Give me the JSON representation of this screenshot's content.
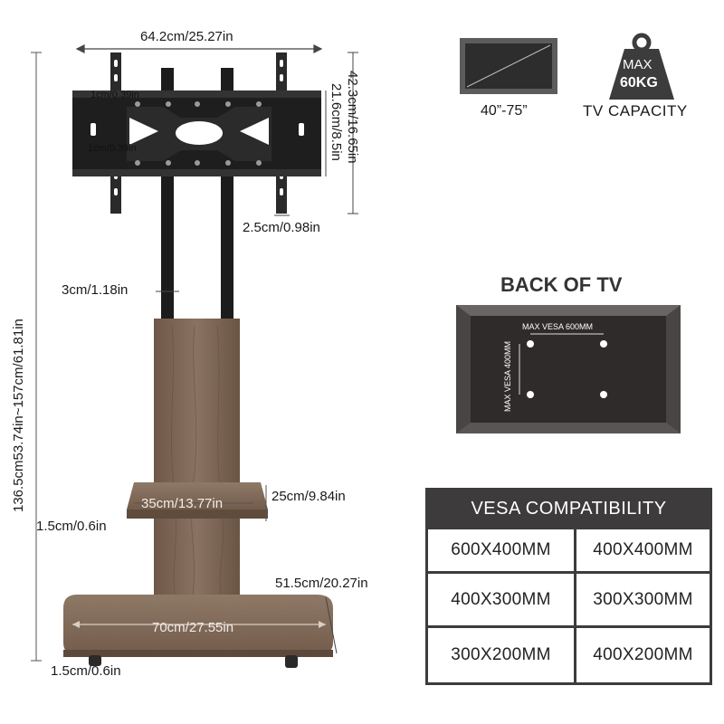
{
  "dimensions": {
    "width_top": "64.2cm/25.27in",
    "height_total": "136.5cm53.74in~157cm/61.81in",
    "bracket_height": "42.3cm/16.65in",
    "bracket_inner": "21.6cm/8.5in",
    "slot_top": "1cm/0.39in",
    "slot_bottom": "1cm/0.39in",
    "bracket_depth": "2.5cm/0.98in",
    "pole_width": "3cm/1.18in",
    "shelf_depth": "25cm/9.84in",
    "shelf_width": "35cm/13.77in",
    "shelf_thickness": "1.5cm/0.6in",
    "base_depth": "51.5cm/20.27in",
    "base_width": "70cm/27.55in",
    "base_thickness": "1.5cm/0.6in"
  },
  "tv_size": {
    "label": "40”-75”"
  },
  "capacity": {
    "weight_line1": "MAX",
    "weight_line2": "60KG",
    "label": "TV CAPACITY"
  },
  "back_of_tv": {
    "title": "BACK OF TV",
    "vesa_h": "MAX VESA 600MM",
    "vesa_v": "MAX VESA 400MM"
  },
  "vesa": {
    "title": "VESA COMPATIBILITY",
    "rows": [
      [
        "600X400MM",
        "400X400MM"
      ],
      [
        "400X300MM",
        "300X300MM"
      ],
      [
        "300X200MM",
        "400X200MM"
      ]
    ]
  },
  "colors": {
    "wood": "#7d6553",
    "wood_light": "#8a7261",
    "metal": "#1e1e1e",
    "table_dark": "#3d3b3b"
  }
}
